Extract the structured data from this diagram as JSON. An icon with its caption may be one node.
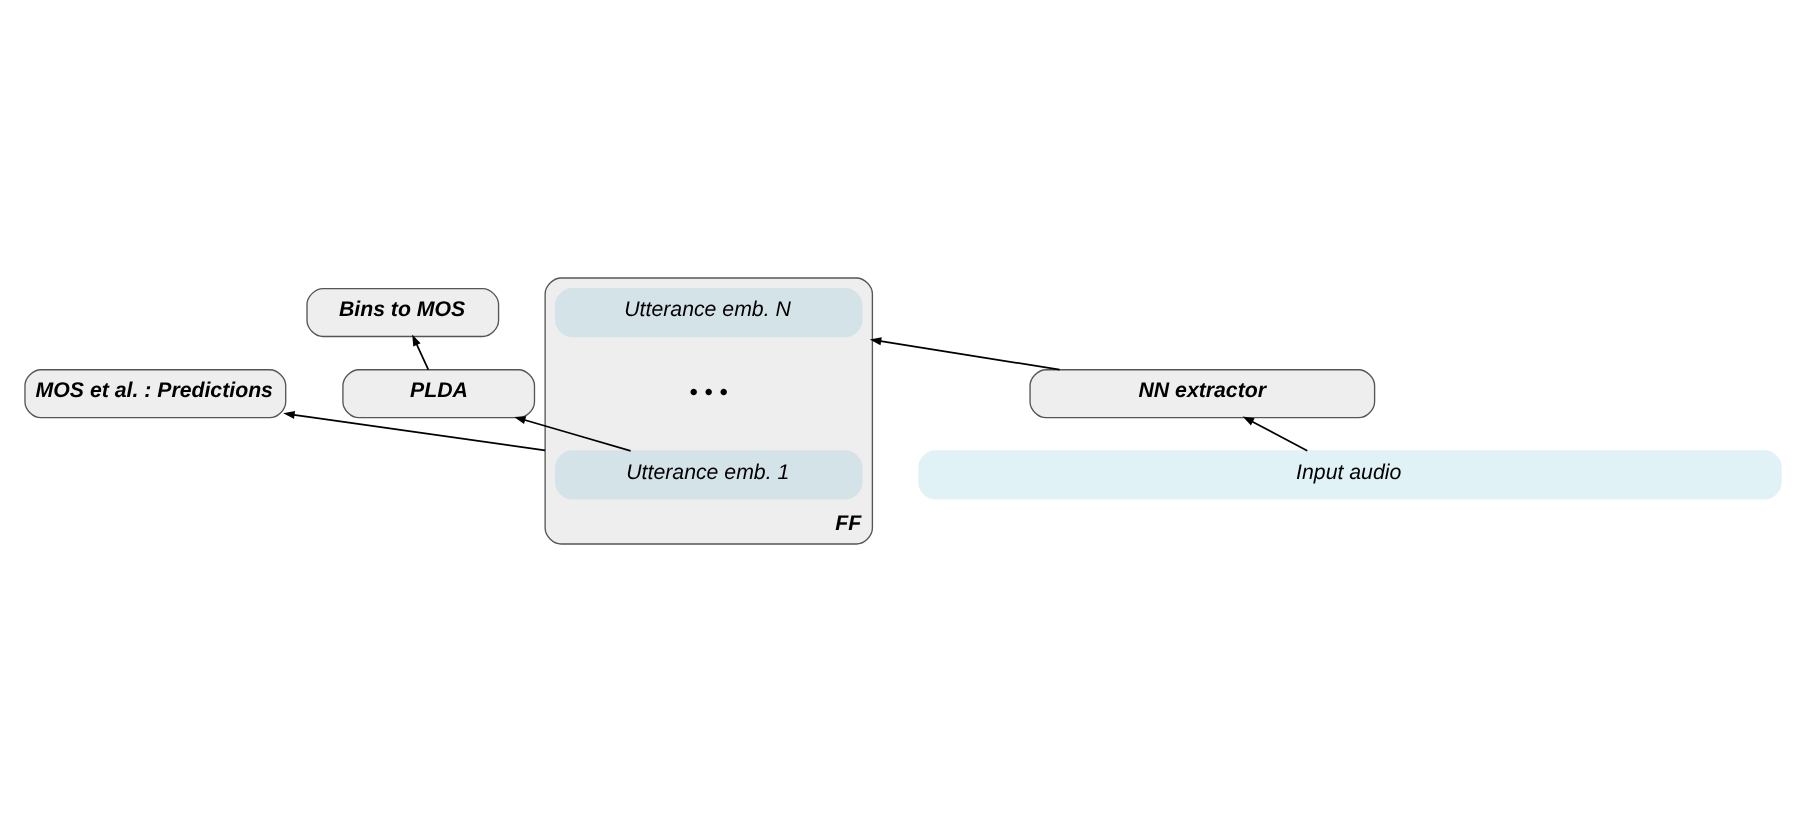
{
  "diagram": {
    "nodes": [
      {
        "text": [
          "MOS et al. : Predictions"
        ]
      },
      {
        "text": [
          "Bins to MOS"
        ]
      },
      {
        "text": [
          "FF"
        ]
      },
      {
        "text": [
          "Utterance emb. N"
        ],
        "in": 2
      },
      {
        "text": [
          "Utterance emb. 1"
        ],
        "in": 2
      },
      {
        "text": [
          "PLDA"
        ]
      },
      {
        "text": [
          "NN extractor"
        ]
      },
      {
        "text": [
          "Input audio"
        ]
      }
    ],
    "edges": [
      {
        "from": 2,
        "to": 0,
        "arrow": "to"
      },
      {
        "from": 4,
        "to": 5,
        "arrow": "to"
      },
      {
        "from": 5,
        "to": 1,
        "arrow": "to"
      },
      {
        "from": 6,
        "to": 2,
        "arrow": "to"
      },
      {
        "from": 7,
        "to": 6,
        "arrow": "to"
      }
    ],
    "labels": [
      "• • •"
    ]
  }
}
